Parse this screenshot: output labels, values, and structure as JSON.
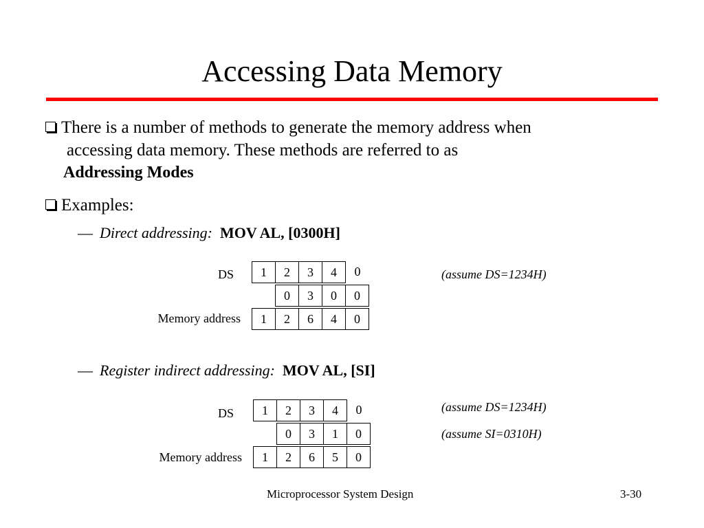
{
  "slide": {
    "title": "Accessing Data Memory",
    "bullet1": {
      "line1": "There is a number of methods to generate the memory address when",
      "line2": "accessing data memory. These methods are referred to as",
      "line3": "Addressing Modes"
    },
    "bullet2": {
      "text": "Examples:"
    },
    "example1": {
      "dash": "—",
      "label": "Direct addressing:",
      "code": "MOV AL, [0300H]",
      "ds_label": "DS",
      "mem_label": "Memory address",
      "ds_digits": [
        "1",
        "2",
        "3",
        "4",
        "0"
      ],
      "offset_digits": [
        "0",
        "3",
        "0",
        "0"
      ],
      "mem_digits": [
        "1",
        "2",
        "6",
        "4",
        "0"
      ],
      "note1": "(assume DS=1234H)"
    },
    "example2": {
      "dash": "—",
      "label": "Register indirect addressing:",
      "code": "MOV AL, [SI]",
      "ds_label": "DS",
      "mem_label": "Memory address",
      "ds_digits": [
        "1",
        "2",
        "3",
        "4",
        "0"
      ],
      "offset_digits": [
        "0",
        "3",
        "1",
        "0"
      ],
      "mem_digits": [
        "1",
        "2",
        "6",
        "5",
        "0"
      ],
      "note1": "(assume DS=1234H)",
      "note2": "(assume SI=0310H)"
    },
    "footer": {
      "course": "Microprocessor System Design",
      "page": "3-30"
    }
  }
}
